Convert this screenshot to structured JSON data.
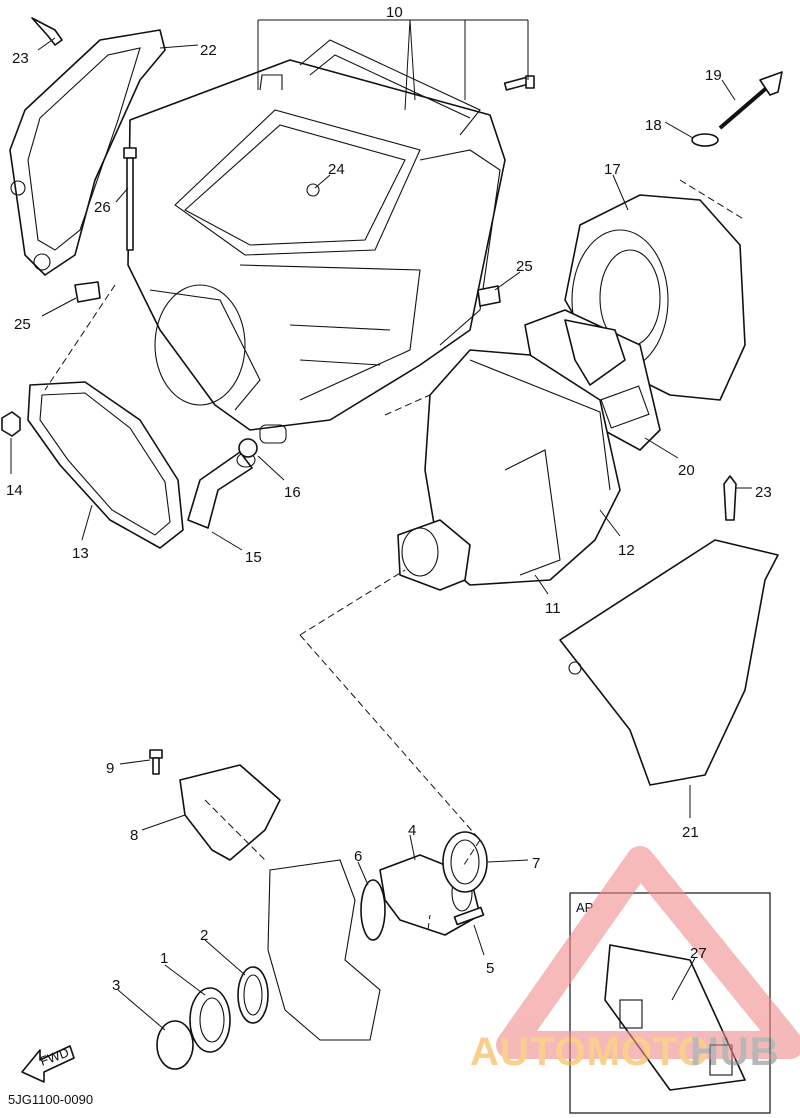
{
  "callouts": [
    {
      "id": "1",
      "label": "1"
    },
    {
      "id": "2",
      "label": "2"
    },
    {
      "id": "3",
      "label": "3"
    },
    {
      "id": "4",
      "label": "4"
    },
    {
      "id": "5",
      "label": "5"
    },
    {
      "id": "6",
      "label": "6"
    },
    {
      "id": "7",
      "label": "7"
    },
    {
      "id": "8",
      "label": "8"
    },
    {
      "id": "9",
      "label": "9"
    },
    {
      "id": "10",
      "label": "10"
    },
    {
      "id": "11",
      "label": "11"
    },
    {
      "id": "12",
      "label": "12"
    },
    {
      "id": "13",
      "label": "13"
    },
    {
      "id": "14",
      "label": "14"
    },
    {
      "id": "15",
      "label": "15"
    },
    {
      "id": "16",
      "label": "16"
    },
    {
      "id": "17",
      "label": "17"
    },
    {
      "id": "18",
      "label": "18"
    },
    {
      "id": "19",
      "label": "19"
    },
    {
      "id": "20",
      "label": "20"
    },
    {
      "id": "21",
      "label": "21"
    },
    {
      "id": "22",
      "label": "22"
    },
    {
      "id": "23a",
      "label": "23"
    },
    {
      "id": "23b",
      "label": "23"
    },
    {
      "id": "24",
      "label": "24"
    },
    {
      "id": "25a",
      "label": "25"
    },
    {
      "id": "25b",
      "label": "25"
    },
    {
      "id": "26",
      "label": "26"
    },
    {
      "id": "27",
      "label": "27"
    }
  ],
  "inset": {
    "label": "AP"
  },
  "fwd_label": "FWD",
  "diagram_code": "5JG1100-0090",
  "watermark": {
    "text_a": "AUTOMOTO",
    "text_b": "HUB",
    "color_a": "#f5b041",
    "color_b": "#8a8a8a",
    "logo_color": "#f08c8c"
  }
}
